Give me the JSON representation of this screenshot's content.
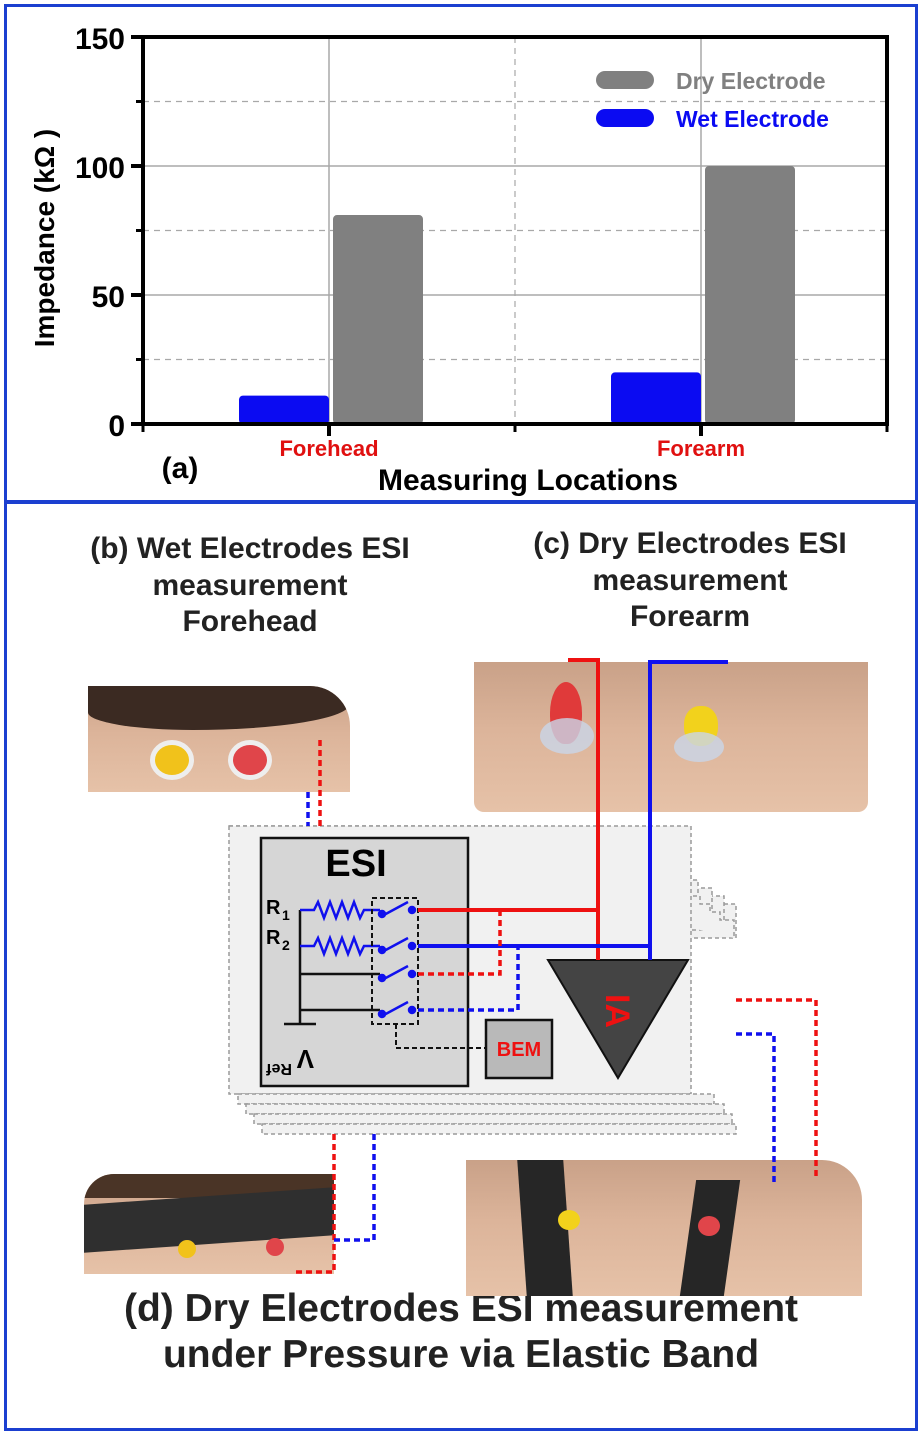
{
  "chart_data": {
    "type": "bar",
    "panel_label": "(a)",
    "categories": [
      "Forehead",
      "Forearm"
    ],
    "series": [
      {
        "name": "Wet Electrode",
        "color": "#0b0bf2",
        "values": [
          11,
          20
        ]
      },
      {
        "name": "Dry Electrode",
        "color": "#808080",
        "values": [
          81,
          100
        ]
      }
    ],
    "xlabel": "Measuring Locations",
    "ylabel": "Impedance (kΩ )",
    "ylim": [
      0,
      150
    ],
    "yticks": [
      "0",
      "50",
      "100",
      "150"
    ],
    "category_label_color": "#e01010",
    "grid": true,
    "legend_position": "top-right"
  },
  "figure": {
    "panel_b": "(b) Wet Electrodes ESI measurement Forehead",
    "panel_b_lines": [
      "(b) Wet Electrodes ESI",
      "measurement",
      "Forehead"
    ],
    "panel_c_lines": [
      "(c) Dry Electrodes ESI",
      "measurement",
      "Forearm"
    ],
    "panel_d_lines": [
      "(d) Dry Electrodes ESI measurement",
      "under Pressure via Elastic Band"
    ],
    "esi_title": "ESI",
    "r1_label": "R",
    "r1_sub": "1",
    "r2_label": "R",
    "r2_sub": "2",
    "vref_label": "V",
    "vref_sub": "Ref",
    "bem_label": "BEM",
    "ia_label": "IA"
  },
  "colors": {
    "frame": "#1b3fd0",
    "red_wire": "#ee1111",
    "blue_wire": "#1010ee"
  }
}
